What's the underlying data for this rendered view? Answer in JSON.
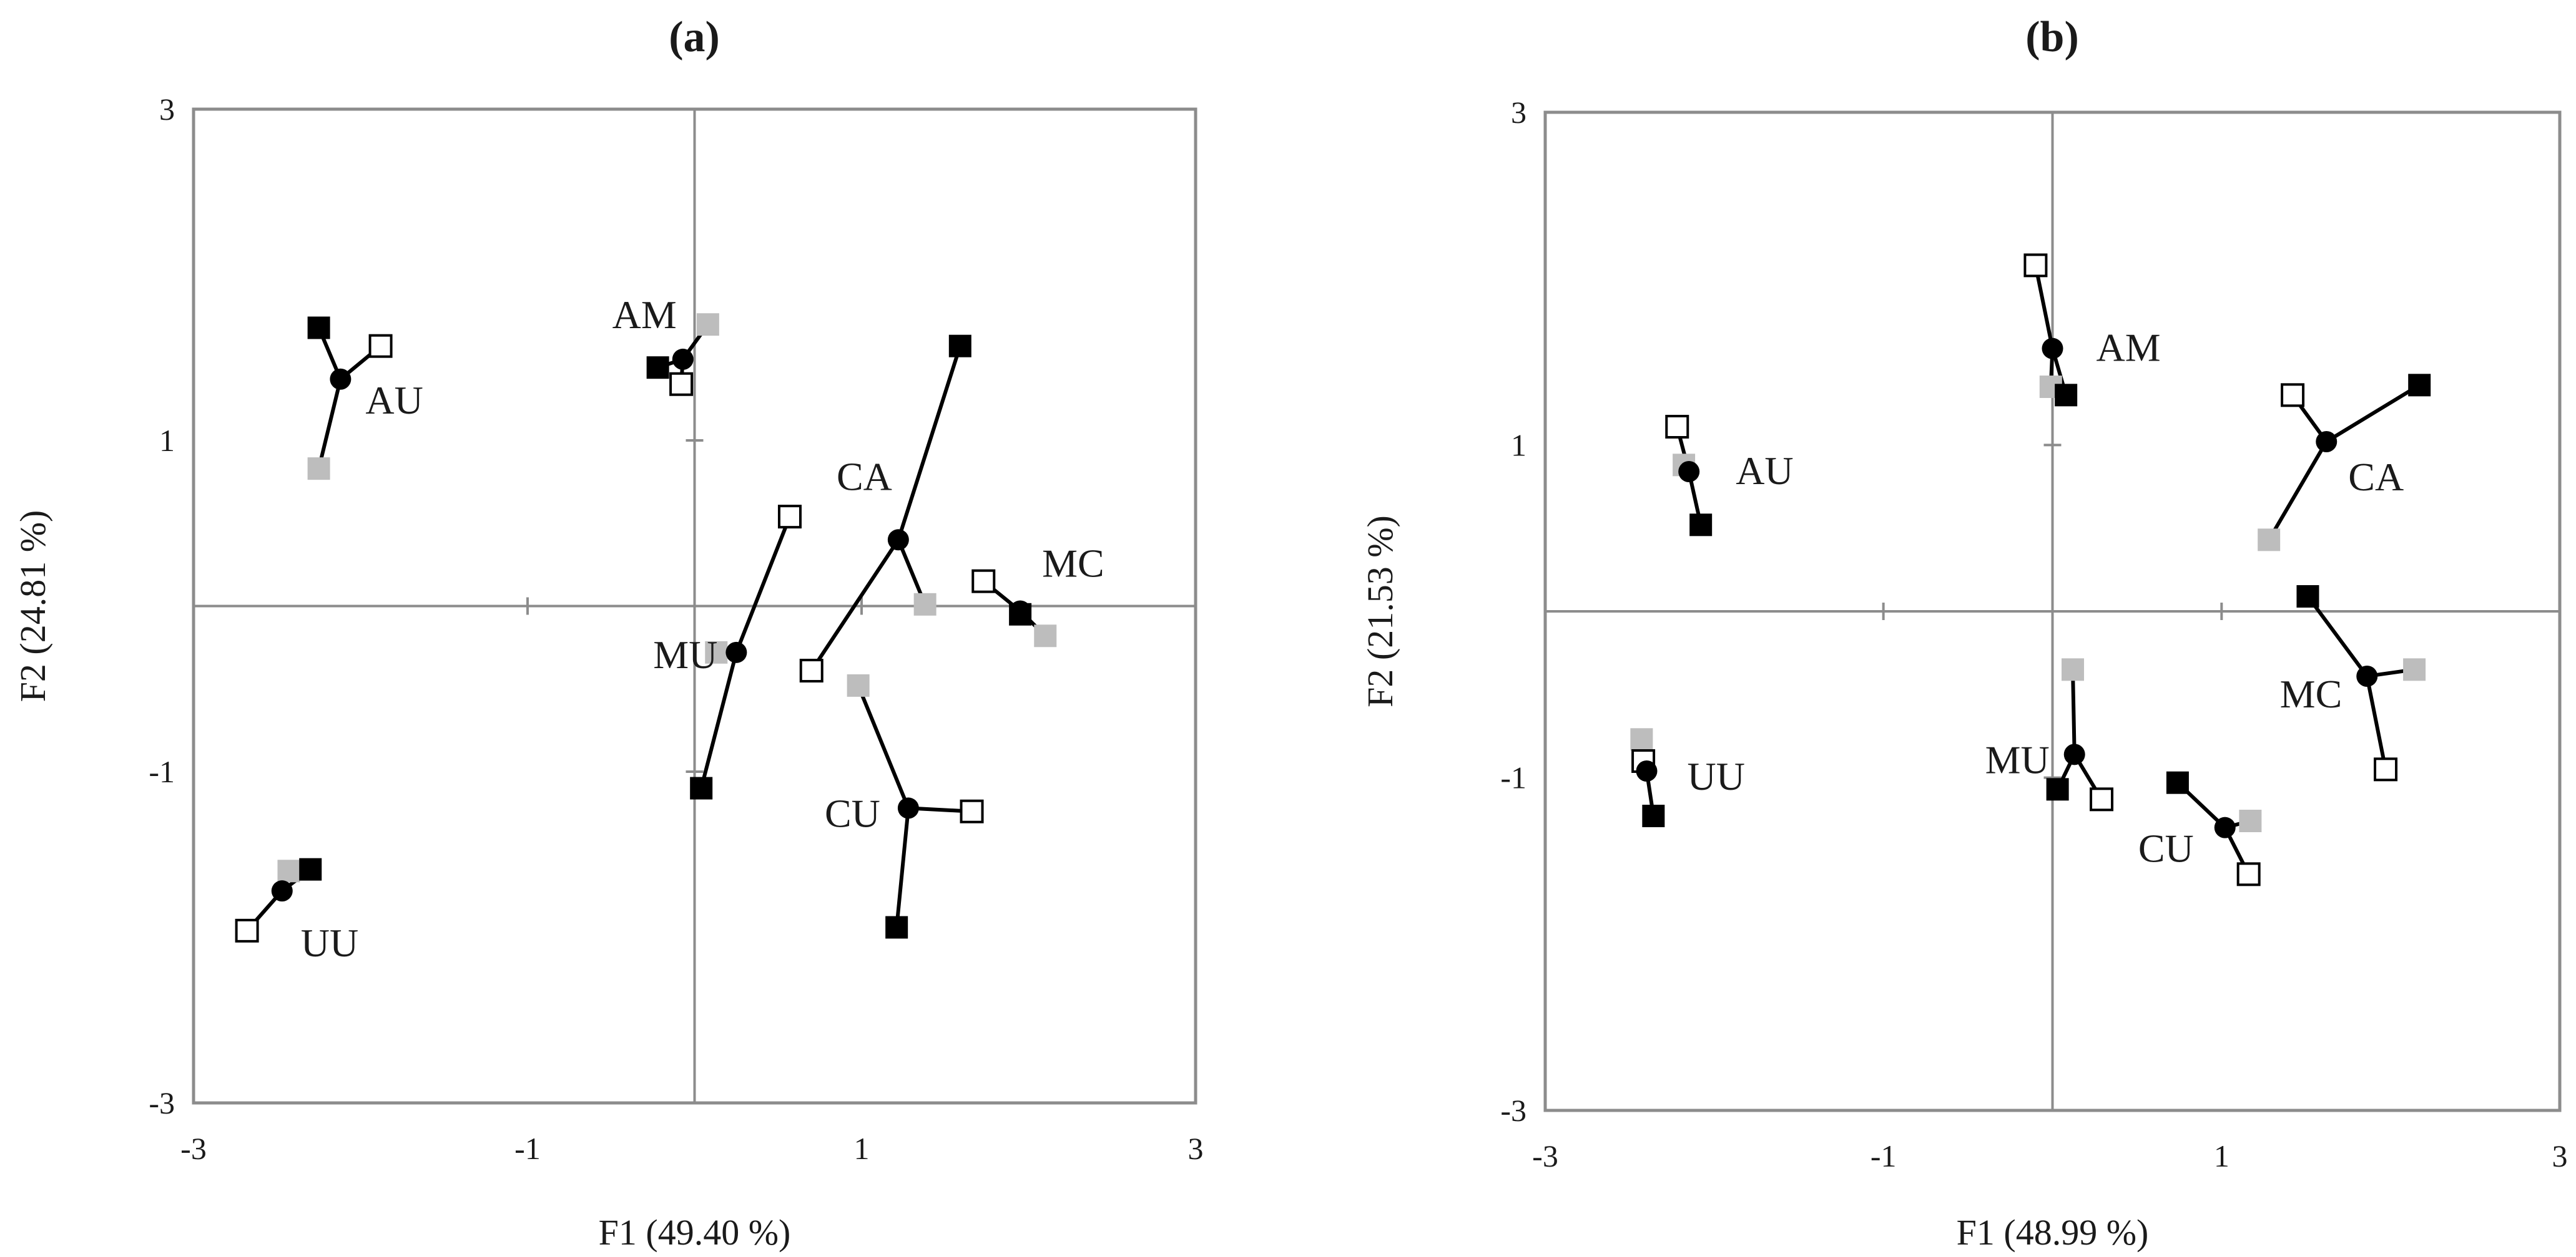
{
  "chart_data": [
    {
      "type": "scatter",
      "panel_label": "(a)",
      "xlabel": "F1 (49.40 %)",
      "ylabel": "F2 (24.81 %)",
      "xlim": [
        -3,
        3
      ],
      "ylim": [
        -3,
        3
      ],
      "x_ticks": [
        "-3",
        "-1",
        "1",
        "3"
      ],
      "y_ticks": [
        "3",
        "1",
        "-1",
        "-3"
      ],
      "grid": false,
      "objects": [
        {
          "name": "AU",
          "center": [
            -2.12,
            1.37
          ],
          "black": [
            -2.25,
            1.68
          ],
          "white": [
            -1.88,
            1.57
          ],
          "gray": [
            -2.25,
            0.83
          ]
        },
        {
          "name": "AM",
          "center": [
            -0.07,
            1.49
          ],
          "black": [
            -0.22,
            1.44
          ],
          "white": [
            -0.08,
            1.34
          ],
          "gray": [
            0.08,
            1.7
          ]
        },
        {
          "name": "CA",
          "center": [
            1.22,
            0.4
          ],
          "black": [
            1.59,
            1.57
          ],
          "white": [
            0.7,
            -0.39
          ],
          "gray": [
            1.38,
            0.01
          ]
        },
        {
          "name": "MC",
          "center": [
            1.95,
            -0.03
          ],
          "black": [
            1.95,
            -0.05
          ],
          "white": [
            1.73,
            0.15
          ],
          "gray": [
            2.1,
            -0.18
          ]
        },
        {
          "name": "MU",
          "center": [
            0.25,
            -0.28
          ],
          "black": [
            0.04,
            -1.1
          ],
          "white": [
            0.57,
            0.54
          ],
          "gray": [
            0.13,
            -0.28
          ]
        },
        {
          "name": "CU",
          "center": [
            1.28,
            -1.22
          ],
          "black": [
            1.21,
            -1.94
          ],
          "white": [
            1.66,
            -1.24
          ],
          "gray": [
            0.98,
            -0.48
          ]
        },
        {
          "name": "UU",
          "center": [
            -2.47,
            -1.72
          ],
          "black": [
            -2.3,
            -1.59
          ],
          "white": [
            -2.68,
            -1.96
          ],
          "gray": [
            -2.43,
            -1.6
          ]
        }
      ]
    },
    {
      "type": "scatter",
      "panel_label": "(b)",
      "xlabel": "F1 (48.99 %)",
      "ylabel": "F2 (21.53 %)",
      "xlim": [
        -3,
        3
      ],
      "ylim": [
        -3,
        3
      ],
      "x_ticks": [
        "-3",
        "-1",
        "1",
        "3"
      ],
      "y_ticks": [
        "3",
        "1",
        "-1",
        "-3"
      ],
      "grid": false,
      "objects": [
        {
          "name": "AU",
          "center": [
            -2.15,
            0.84
          ],
          "black": [
            -2.08,
            0.52
          ],
          "white": [
            -2.22,
            1.11
          ],
          "gray": [
            -2.18,
            0.88
          ]
        },
        {
          "name": "AM",
          "center": [
            0.0,
            1.58
          ],
          "black": [
            0.08,
            1.3
          ],
          "white": [
            -0.1,
            2.08
          ],
          "gray": [
            -0.01,
            1.35
          ]
        },
        {
          "name": "CA",
          "center": [
            1.62,
            1.02
          ],
          "black": [
            2.17,
            1.36
          ],
          "white": [
            1.42,
            1.3
          ],
          "gray": [
            1.28,
            0.43
          ]
        },
        {
          "name": "MC",
          "center": [
            1.86,
            -0.39
          ],
          "black": [
            1.51,
            0.09
          ],
          "white": [
            1.97,
            -0.95
          ],
          "gray": [
            2.14,
            -0.35
          ]
        },
        {
          "name": "MU",
          "center": [
            0.13,
            -0.86
          ],
          "black": [
            0.03,
            -1.07
          ],
          "white": [
            0.29,
            -1.13
          ],
          "gray": [
            0.12,
            -0.35
          ]
        },
        {
          "name": "CU",
          "center": [
            1.02,
            -1.3
          ],
          "black": [
            0.74,
            -1.03
          ],
          "white": [
            1.16,
            -1.58
          ],
          "gray": [
            1.17,
            -1.26
          ]
        },
        {
          "name": "UU",
          "center": [
            -2.4,
            -0.96
          ],
          "black": [
            -2.36,
            -1.23
          ],
          "white": [
            -2.42,
            -0.9
          ],
          "gray": [
            -2.43,
            -0.77
          ]
        }
      ]
    }
  ]
}
